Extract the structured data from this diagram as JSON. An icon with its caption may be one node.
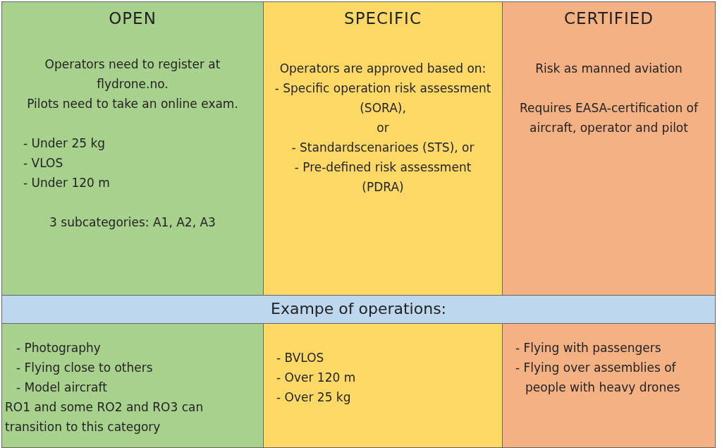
{
  "diagram": {
    "nodes": [
      {
        "text": [
          "OPEN",
          "Operators need to register at flydrone.no.",
          "Pilots need to take an online exam.",
          "- Under 25 kg",
          "- VLOS",
          "- Under 120 m",
          "3 subcategories: A1, A2, A3"
        ]
      },
      {
        "text": [
          "SPECIFIC",
          "Operators are approved based on:",
          "- Specific operation risk assessment (SORA),",
          "or",
          "- Standardscenarioes (STS), or",
          "- Pre-defined risk assessment (PDRA)"
        ]
      },
      {
        "text": [
          "CERTIFIED",
          "Risk as manned aviation",
          "Requires EASA-certification of aircraft, operator and pilot"
        ]
      },
      {
        "text": [
          "Exampe of operations:"
        ]
      },
      {
        "text": [
          "- Photography",
          "- Flying close to others",
          "- Model aircraft",
          "RO1 and some RO2 and RO3 can transition to this category"
        ]
      },
      {
        "text": [
          "- BVLOS",
          "- Over 120 m",
          "- Over 25 kg"
        ]
      },
      {
        "text": [
          "- Flying with passengers",
          "- Flying over assemblies of people with heavy drones"
        ]
      }
    ]
  }
}
